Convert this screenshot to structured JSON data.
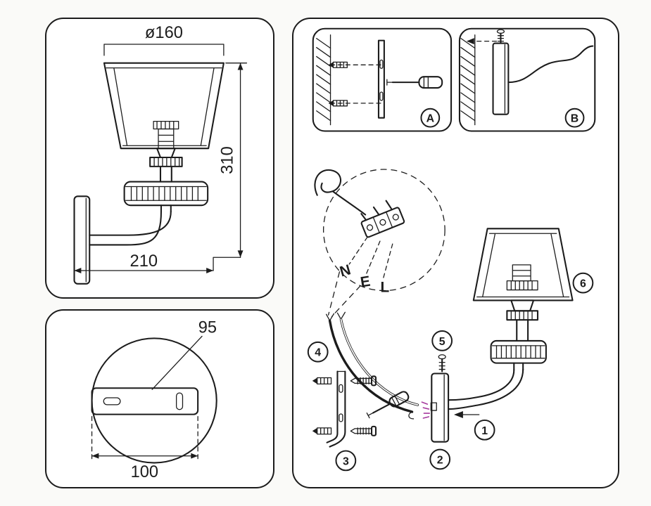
{
  "colors": {
    "ink": "#1c1c1c",
    "paper": "#ffffff",
    "page_bg": "#fafaf8",
    "wire_mark": "#a63a9e"
  },
  "side_view": {
    "diameter": "ø160",
    "height": "310",
    "depth": "210"
  },
  "base_view": {
    "slot_distance": "95",
    "plate_width": "100"
  },
  "installation": {
    "panel_a_label": "A",
    "panel_b_label": "B",
    "wires": {
      "neutral": "N",
      "earth": "E",
      "live": "L"
    },
    "steps": {
      "s1": "1",
      "s2": "2",
      "s3": "3",
      "s4": "4",
      "s5": "5",
      "s6": "6"
    }
  }
}
